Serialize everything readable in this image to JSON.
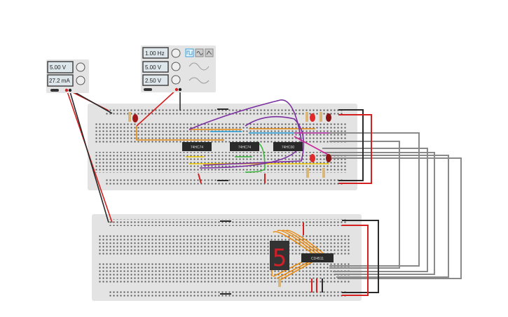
{
  "power_supply": {
    "voltage": "5.00 V",
    "current": "27.2 mA"
  },
  "function_generator": {
    "frequency": "1.00 Hz",
    "amplitude": "5.00 V",
    "offset": "2.50 V"
  },
  "chips": {
    "u1": "74HC74",
    "u2": "74HC74",
    "u3": "74HC00",
    "decoder": "CD4511"
  },
  "display": {
    "digit": "5"
  },
  "colors": {
    "board": "#e3e3e3",
    "wire_red": "#d32020",
    "wire_black": "#2a2a2a",
    "wire_orange": "#e88a10",
    "wire_purple": "#7b2fa0",
    "wire_gray": "#8a8a8a"
  }
}
